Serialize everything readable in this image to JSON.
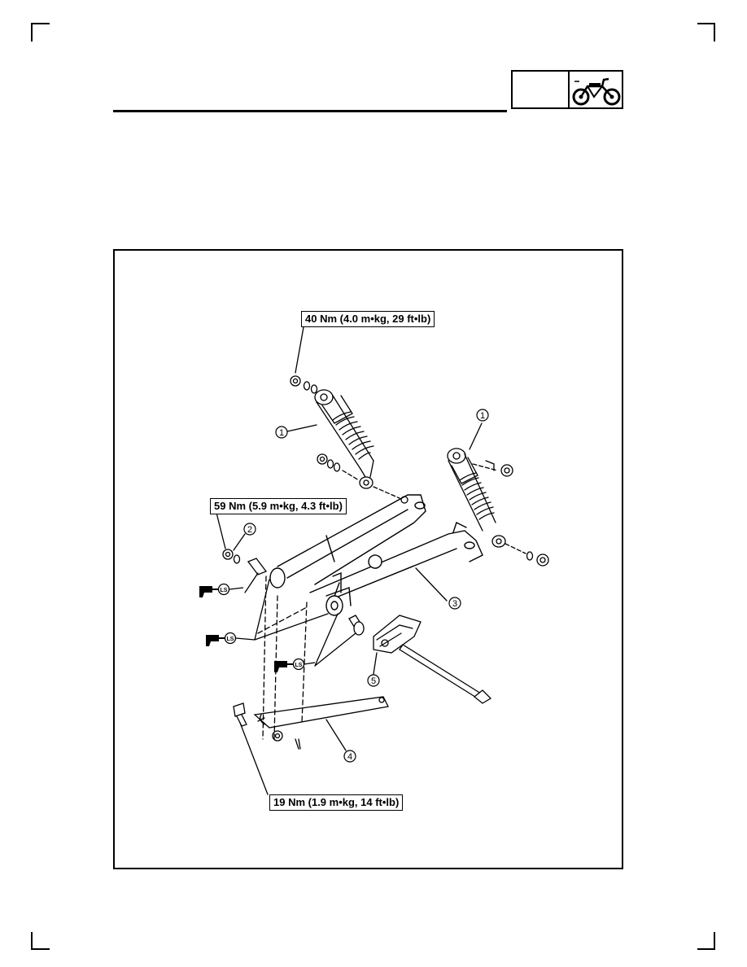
{
  "torque_specs": {
    "top_nut": "40 Nm (4.0 m•kg, 29 ft•lb)",
    "pivot_nut": "59 Nm (5.9 m•kg, 4.3 ft•lb)",
    "bottom_bolt": "19 Nm (1.9 m•kg, 14 ft•lb)"
  },
  "callouts": {
    "shock_left": "1",
    "shock_right": "1",
    "part_2": "2",
    "swingarm": "3",
    "part_4": "4",
    "part_5": "5"
  },
  "grease_marks": {
    "mark_1": "LS",
    "mark_2": "LS",
    "mark_3": "LS"
  },
  "header_icon": "motorcycle-icon"
}
